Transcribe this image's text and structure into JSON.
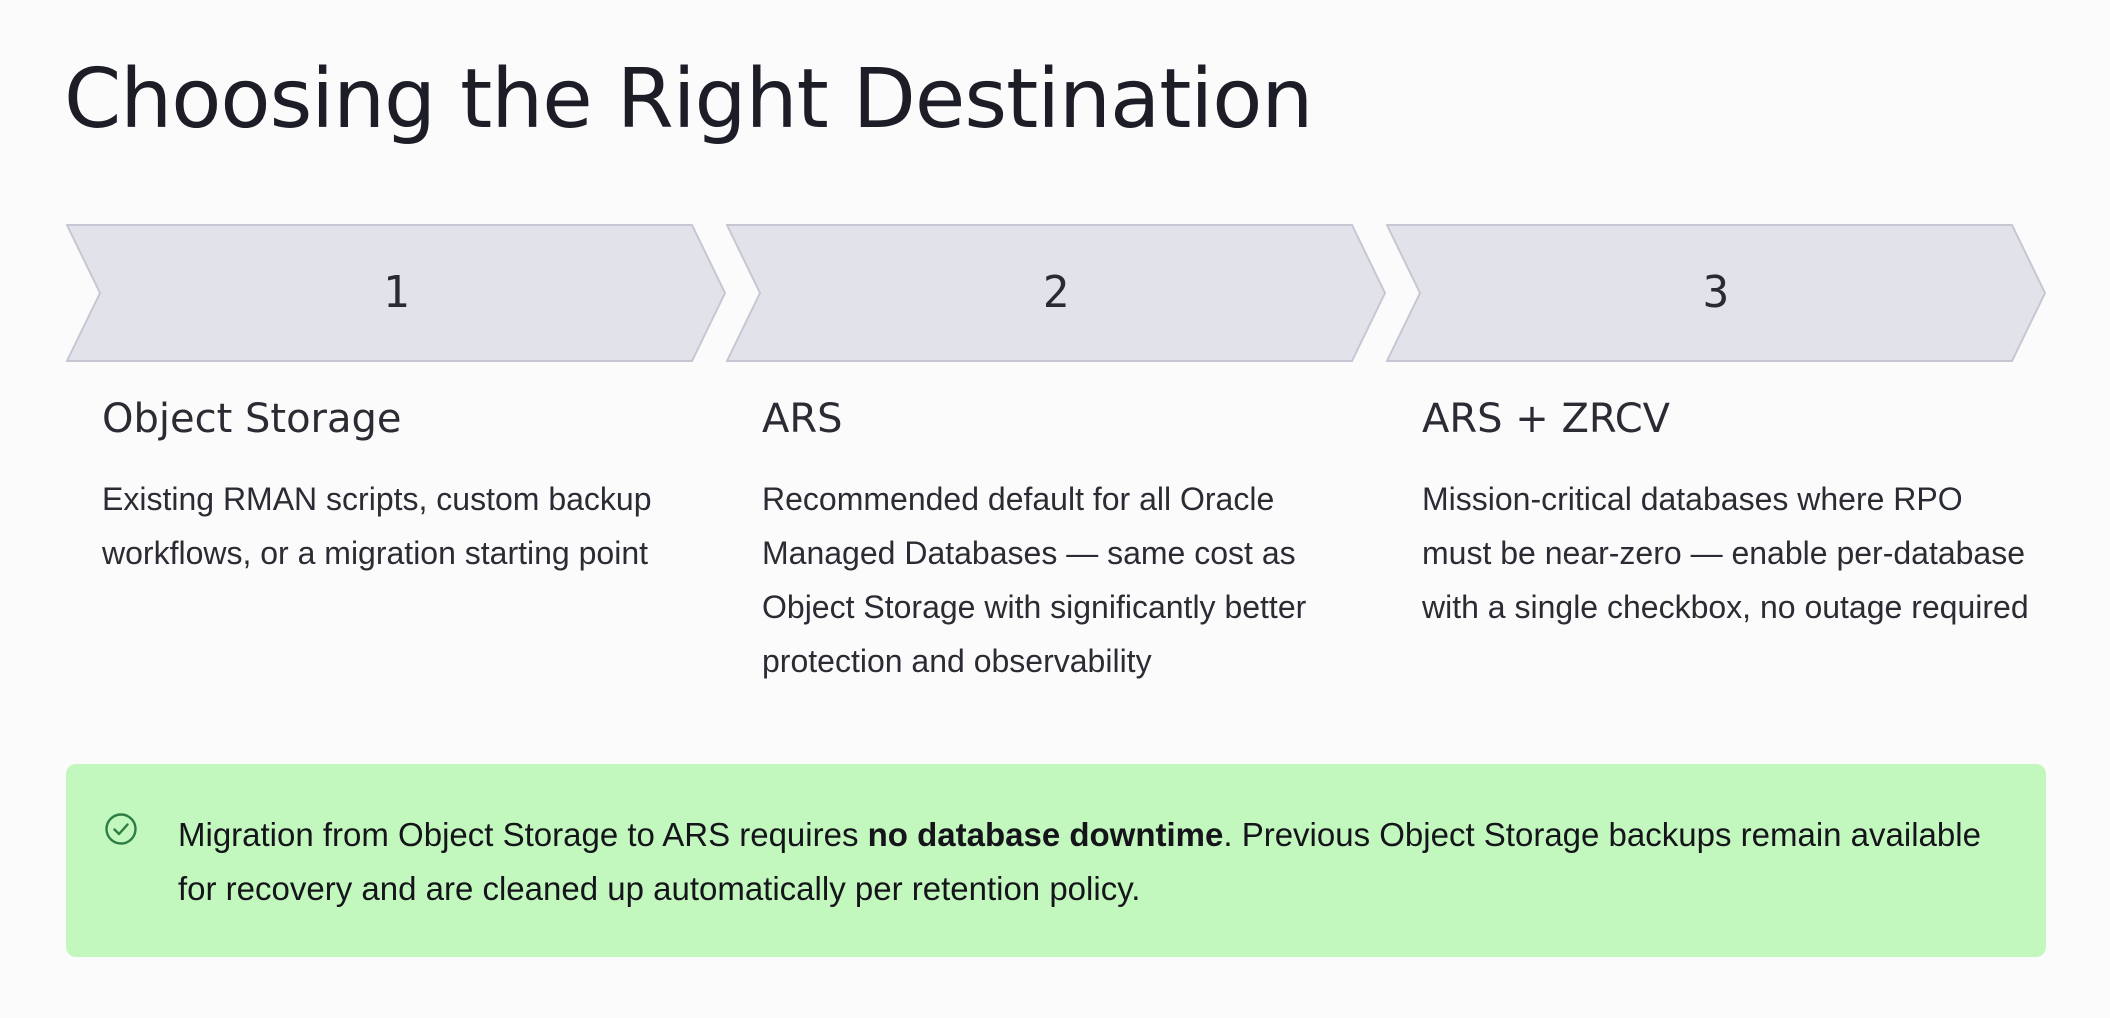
{
  "page": {
    "title": "Choosing the Right Destination"
  },
  "steps": [
    {
      "number": "1",
      "title": "Object Storage",
      "description": "Existing RMAN scripts, custom backup workflows, or a migration starting point"
    },
    {
      "number": "2",
      "title": "ARS",
      "description": "Recommended default for all Oracle Managed Databases — same cost as Object Storage with significantly better protection and observability"
    },
    {
      "number": "3",
      "title": "ARS + ZRCV",
      "description": "Mission-critical databases where RPO must be near-zero — enable per-database with a single checkbox, no outage required"
    }
  ],
  "callout": {
    "icon": "check-circle-icon",
    "text_before": "Migration from Object Storage to ARS requires ",
    "text_bold": "no database downtime",
    "text_after": ". Previous Object Storage backups remain available for recovery and are cleaned up automatically per retention policy."
  },
  "colors": {
    "background": "#fbfbfc",
    "chevron_fill": "#e2e3ea",
    "chevron_stroke": "#c6c7d2",
    "callout_background": "#c2f7bd",
    "callout_icon": "#2f7d46",
    "text": "#1d1d28"
  }
}
